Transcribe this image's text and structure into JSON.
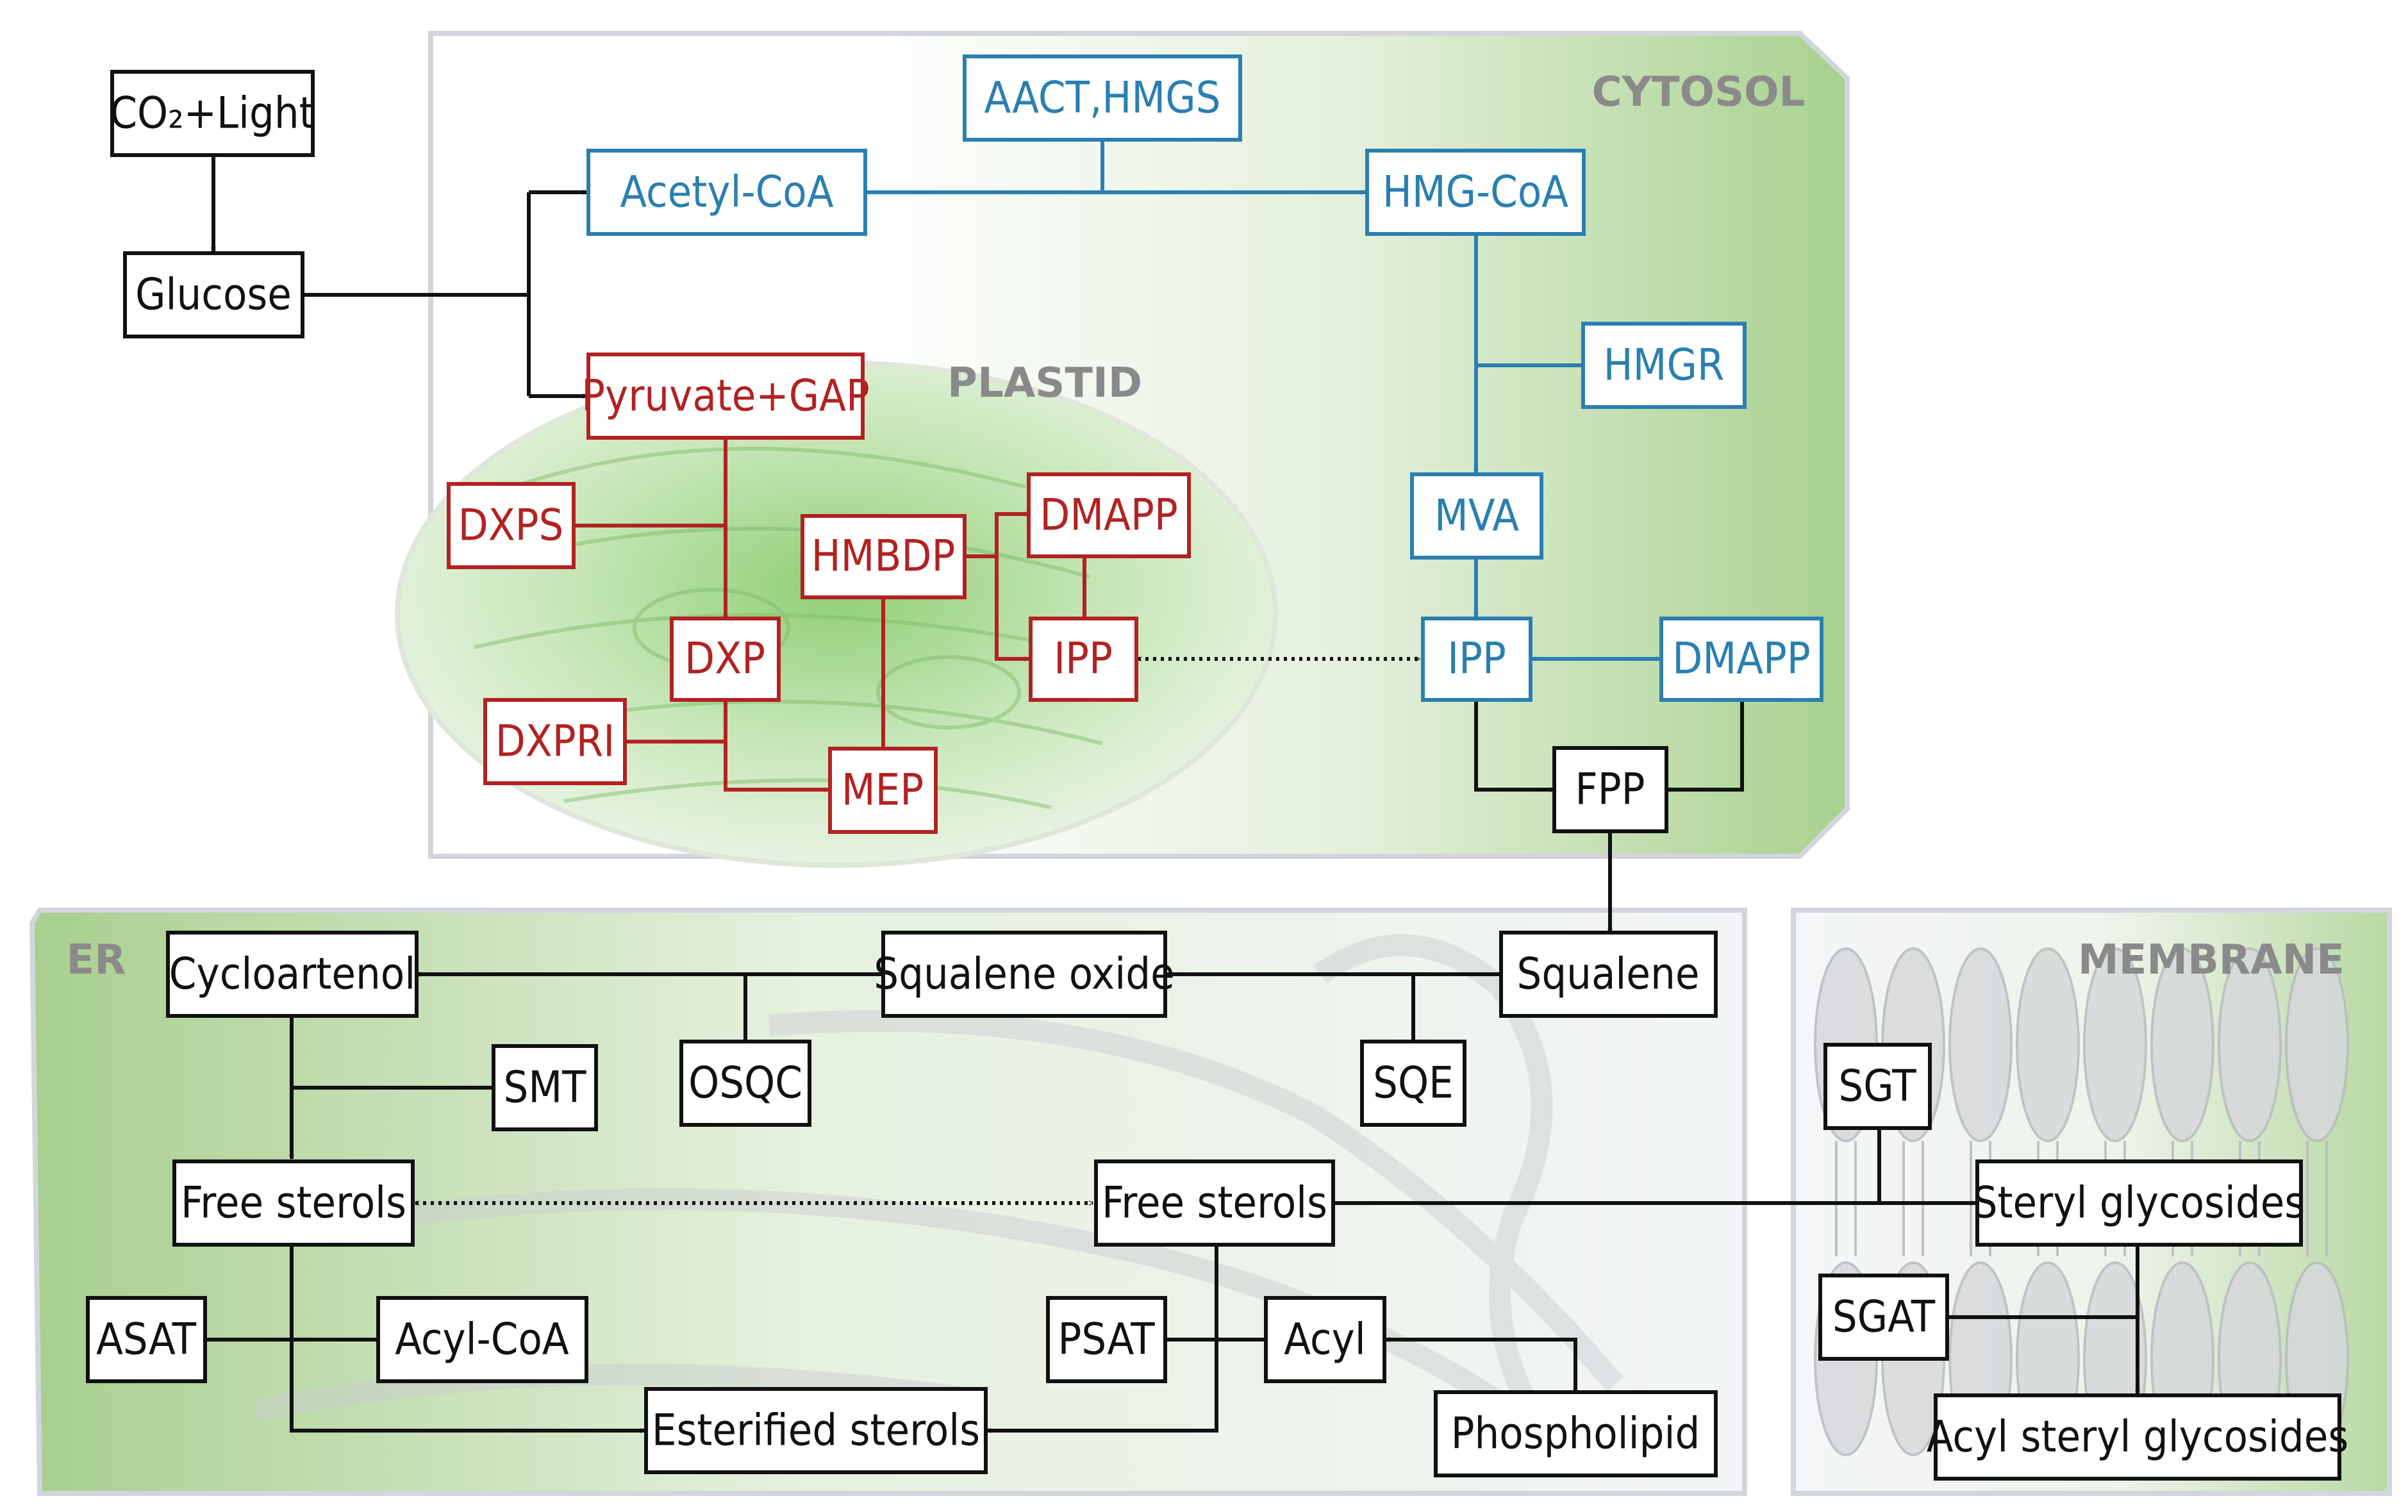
{
  "regions": {
    "cytosol": "CYTOSOL",
    "plastid": "PLASTID",
    "er": "ER",
    "membrane": "MEMBRANE"
  },
  "colors": {
    "plastid_pathway": "#b22222",
    "cytosol_pathway": "#2a7fb0",
    "general": "#111111",
    "cytosol_bg": "#a8cf8f",
    "plastid_bg": "#9fd08a",
    "er_bg": "#a8cf8f"
  },
  "nodes": {
    "co2_light": "CO₂+Light",
    "glucose": "Glucose",
    "acetyl_coa_cyt": "Acetyl-CoA",
    "aact_hmgs": "AACT,HMGS",
    "hmg_coa": "HMG-CoA",
    "hmgr": "HMGR",
    "mva": "MVA",
    "ipp_cyt": "IPP",
    "dmapp_cyt": "DMAPP",
    "fpp": "FPP",
    "pyruvate_gap": "Pyruvate+GAP",
    "dxps": "DXPS",
    "dxp": "DXP",
    "dxpri": "DXPRI",
    "mep": "MEP",
    "hmbdp": "HMBDP",
    "dmapp_pla": "DMAPP",
    "ipp_pla": "IPP",
    "squalene": "Squalene",
    "sqe": "SQE",
    "squalene_oxide": "Squalene oxide",
    "osqc": "OSQC",
    "cycloartenol": "Cycloartenol",
    "smt": "SMT",
    "free_sterols_left": "Free sterols",
    "free_sterols_mid": "Free sterols",
    "asat": "ASAT",
    "acyl_coa_er": "Acyl-CoA",
    "esterified_sterols": "Esterified sterols",
    "psat": "PSAT",
    "acyl": "Acyl",
    "phospholipid": "Phospholipid",
    "sgt": "SGT",
    "steryl_glycosides": "Steryl glycosides",
    "sgat": "SGAT",
    "acyl_steryl_glycosides": "Acyl steryl glycosides"
  }
}
